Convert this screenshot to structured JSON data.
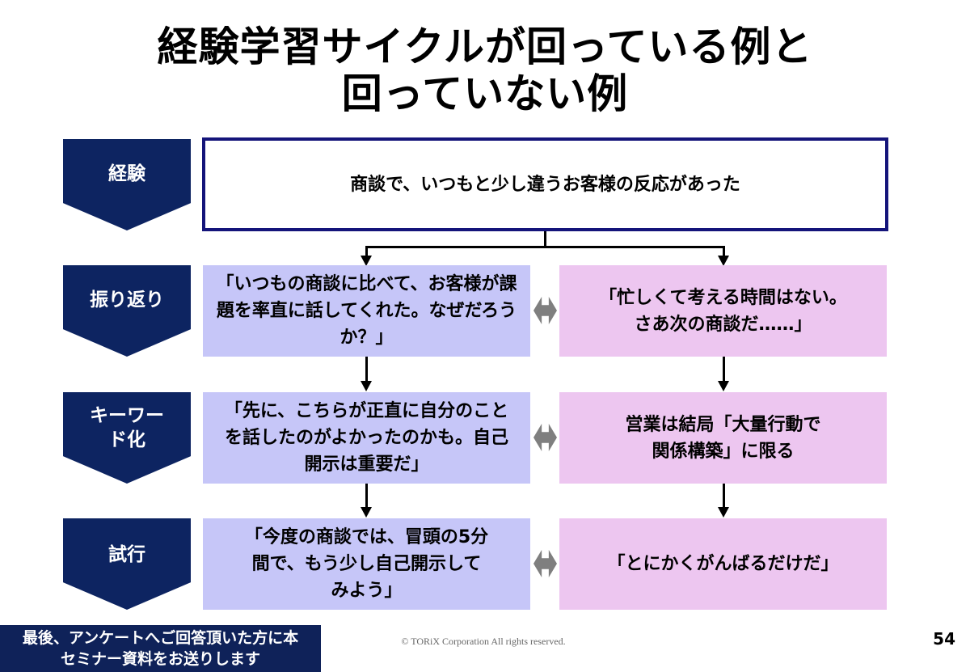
{
  "title": {
    "line1": "経験学習サイクルが回っている例と",
    "line2": "回っていない例"
  },
  "stages": [
    "経験",
    "振り返り",
    "キーワード化",
    "試行"
  ],
  "experience": "商談で、いつもと少し違うお客様の反応があった",
  "left": [
    "「いつもの商談に比べて、お客様が課題を率直に話してくれた。なぜだろうか？」",
    "「先に、こちらが正直に自分のことを話したのがよかったのかも。自己開示は重要だ」",
    "「今度の商談では、冒頭の5分間で、もう少し自己開示してみよう」"
  ],
  "right": [
    "「忙しくて考える時間はない。さあ次の商談だ……」",
    "営業は結局「大量行動で関係構築」に限る",
    "「とにかくがんばるだけだ」"
  ],
  "footer": {
    "notice": "最後、アンケートへご回答頂いた方に本セミナー資料をお送りします",
    "copyright": "© TORiX Corporation All rights reserved.",
    "page": "54"
  }
}
